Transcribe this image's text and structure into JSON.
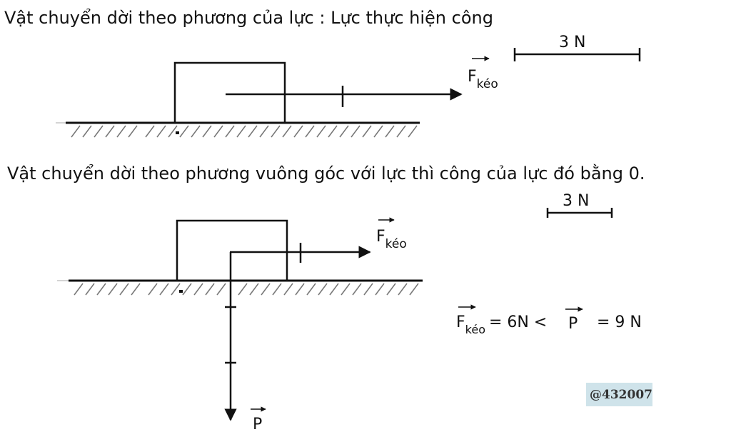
{
  "diagram1": {
    "caption": "Vật chuyển dời theo phương của lực : Lực thực hiện công",
    "scale_label": "3 N",
    "force_symbol": "F",
    "force_subscript": "kéo"
  },
  "diagram2": {
    "caption": "Vật chuyển dời theo phương vuông góc với lực thì công của lực đó bằng 0.",
    "scale_label": "3 N",
    "force_symbol": "F",
    "force_subscript": "kéo",
    "weight_symbol": "P",
    "comparison": {
      "f_symbol": "F",
      "f_subscript": "kéo",
      "f_value": "=  6N <",
      "p_symbol": "P",
      "p_value": "= 9 N"
    }
  },
  "watermark": "@432007"
}
